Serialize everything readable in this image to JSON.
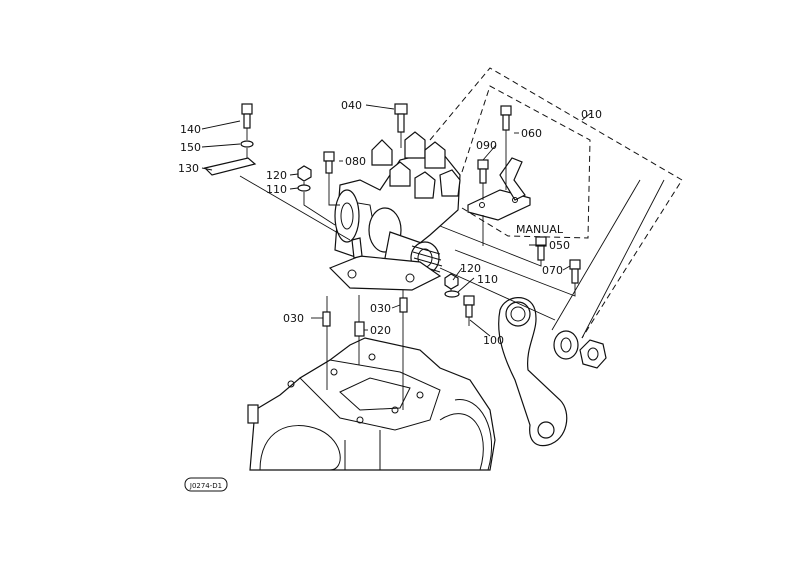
{
  "diagram": {
    "callouts": {
      "p010": "010",
      "p020": "020",
      "p030_left": "030",
      "p030_right": "030",
      "p040": "040",
      "p050": "050",
      "p060": "060",
      "p070": "070",
      "p080": "080",
      "p090": "090",
      "p100": "100",
      "p110_left": "110",
      "p110_right": "110",
      "p120_left": "120",
      "p120_right": "120",
      "p130": "130",
      "p140": "140",
      "p150": "150"
    },
    "manual_label": "MANUAL",
    "stamp": "J0274-D1"
  }
}
